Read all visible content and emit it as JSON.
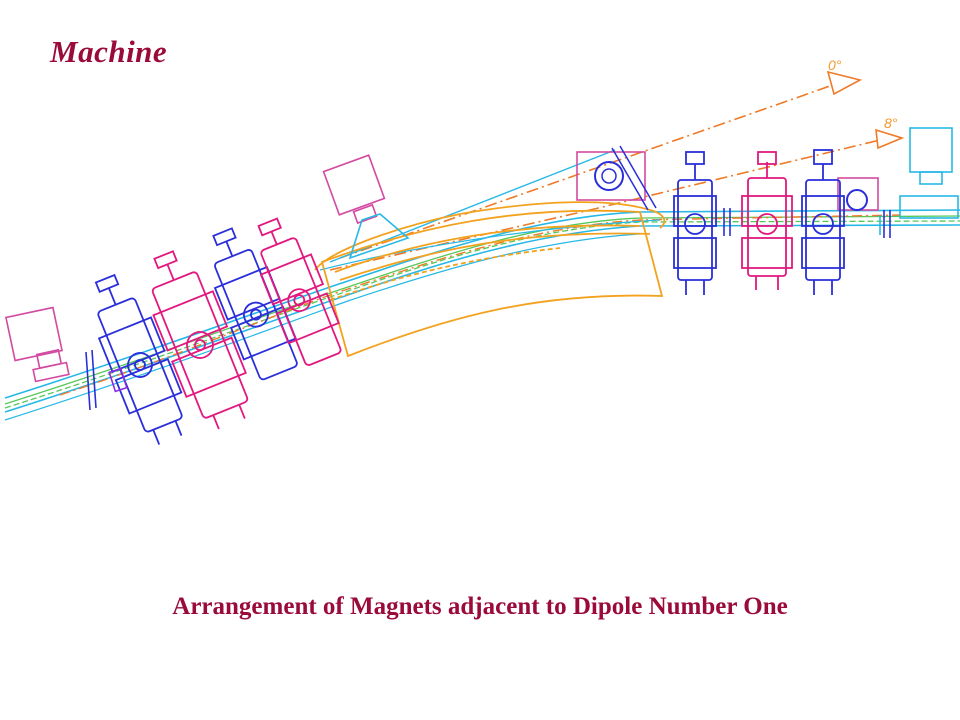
{
  "header": {
    "title": "Machine"
  },
  "caption": {
    "text": "Arrangement of Magnets adjacent to Dipole Number One"
  },
  "diagram": {
    "beamline_labels": {
      "upper": "0°",
      "lower": "8°"
    },
    "colors": {
      "title": "#9b0b3a",
      "dipole": "#f3a21f",
      "quadrupole_blue": "#2a2fd9",
      "quadrupole_magenta": "#e2187f",
      "beampipe_cyan": "#27b8e6",
      "beampipe_green": "#55c85a",
      "beam_dash": "#ef7a27",
      "vacuum_box": "#d34aa1"
    }
  }
}
